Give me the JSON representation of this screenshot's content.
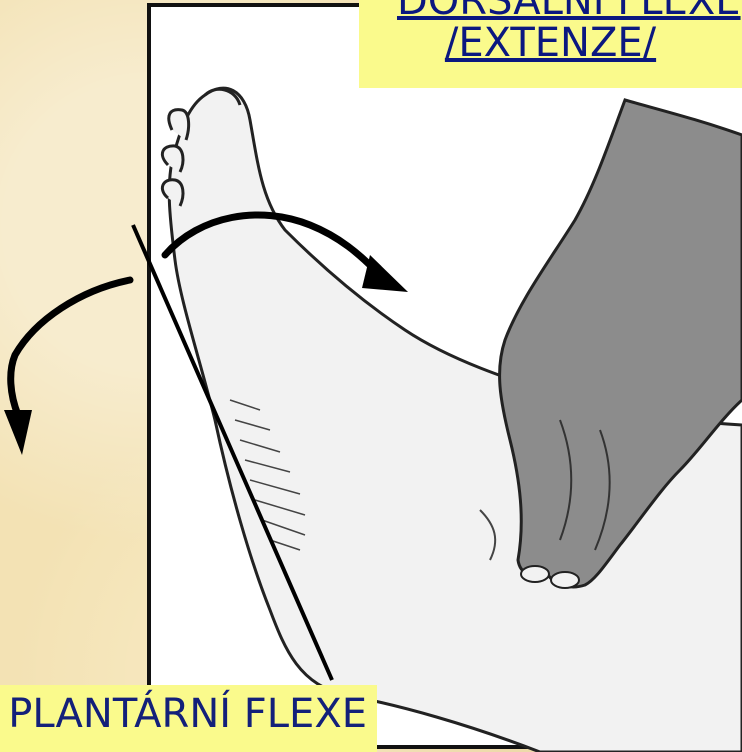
{
  "labels": {
    "dorsal_line1": "DORSÁLNÍ FLEXE",
    "dorsal_line2": "/EXTENZE/",
    "plantar": "PLANTÁRNÍ FLEXE"
  },
  "colors": {
    "background": "#f3e2b4",
    "label_fill": "#fafa8c",
    "label_text": "#0b1880",
    "hand": "#8c8c8c",
    "foot": "#f2f2f2"
  },
  "icons": [
    "foot-illustration",
    "hand-illustration",
    "dorsal-arrow-icon",
    "plantar-arrow-icon"
  ]
}
